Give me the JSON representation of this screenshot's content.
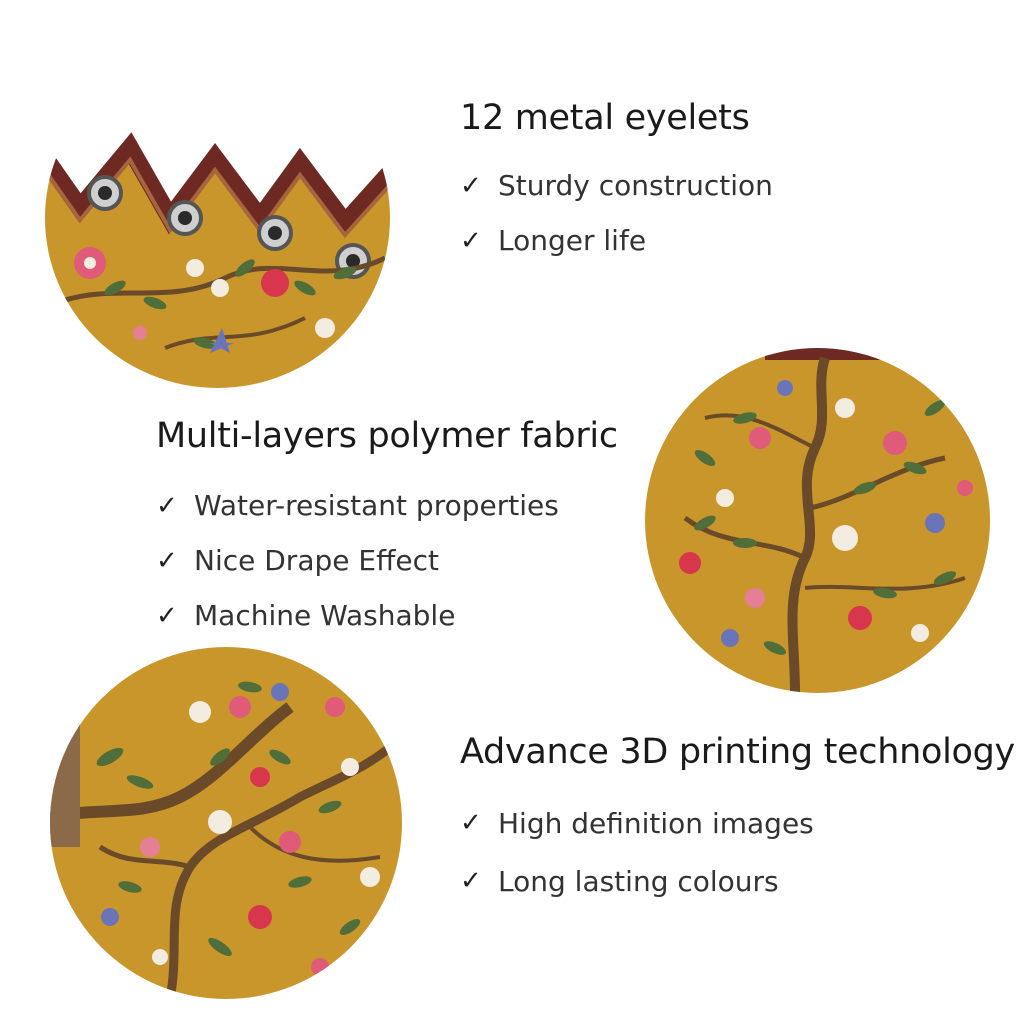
{
  "features": [
    {
      "title": "12 metal eyelets",
      "points": [
        "Sturdy construction",
        "Longer life"
      ]
    },
    {
      "title": "Multi-layers polymer fabric",
      "points": [
        "Water-resistant properties",
        "Nice Drape Effect",
        "Machine Washable"
      ]
    },
    {
      "title": "Advance 3D printing technology",
      "points": [
        "High definition images",
        "Long lasting colours"
      ]
    }
  ],
  "check_symbol": "✓",
  "colors": {
    "fabric_mustard": "#c9962c",
    "fabric_dark_mustard": "#a87a1e",
    "branch_brown": "#6b4a2a",
    "leaf_green": "#4f6e3a",
    "flower_pink": "#e05a7a",
    "flower_white": "#f3ece0",
    "flower_blue": "#6a74b8",
    "eyelet_silver": "#b8b8b8",
    "border_maroon": "#6e2a22"
  }
}
